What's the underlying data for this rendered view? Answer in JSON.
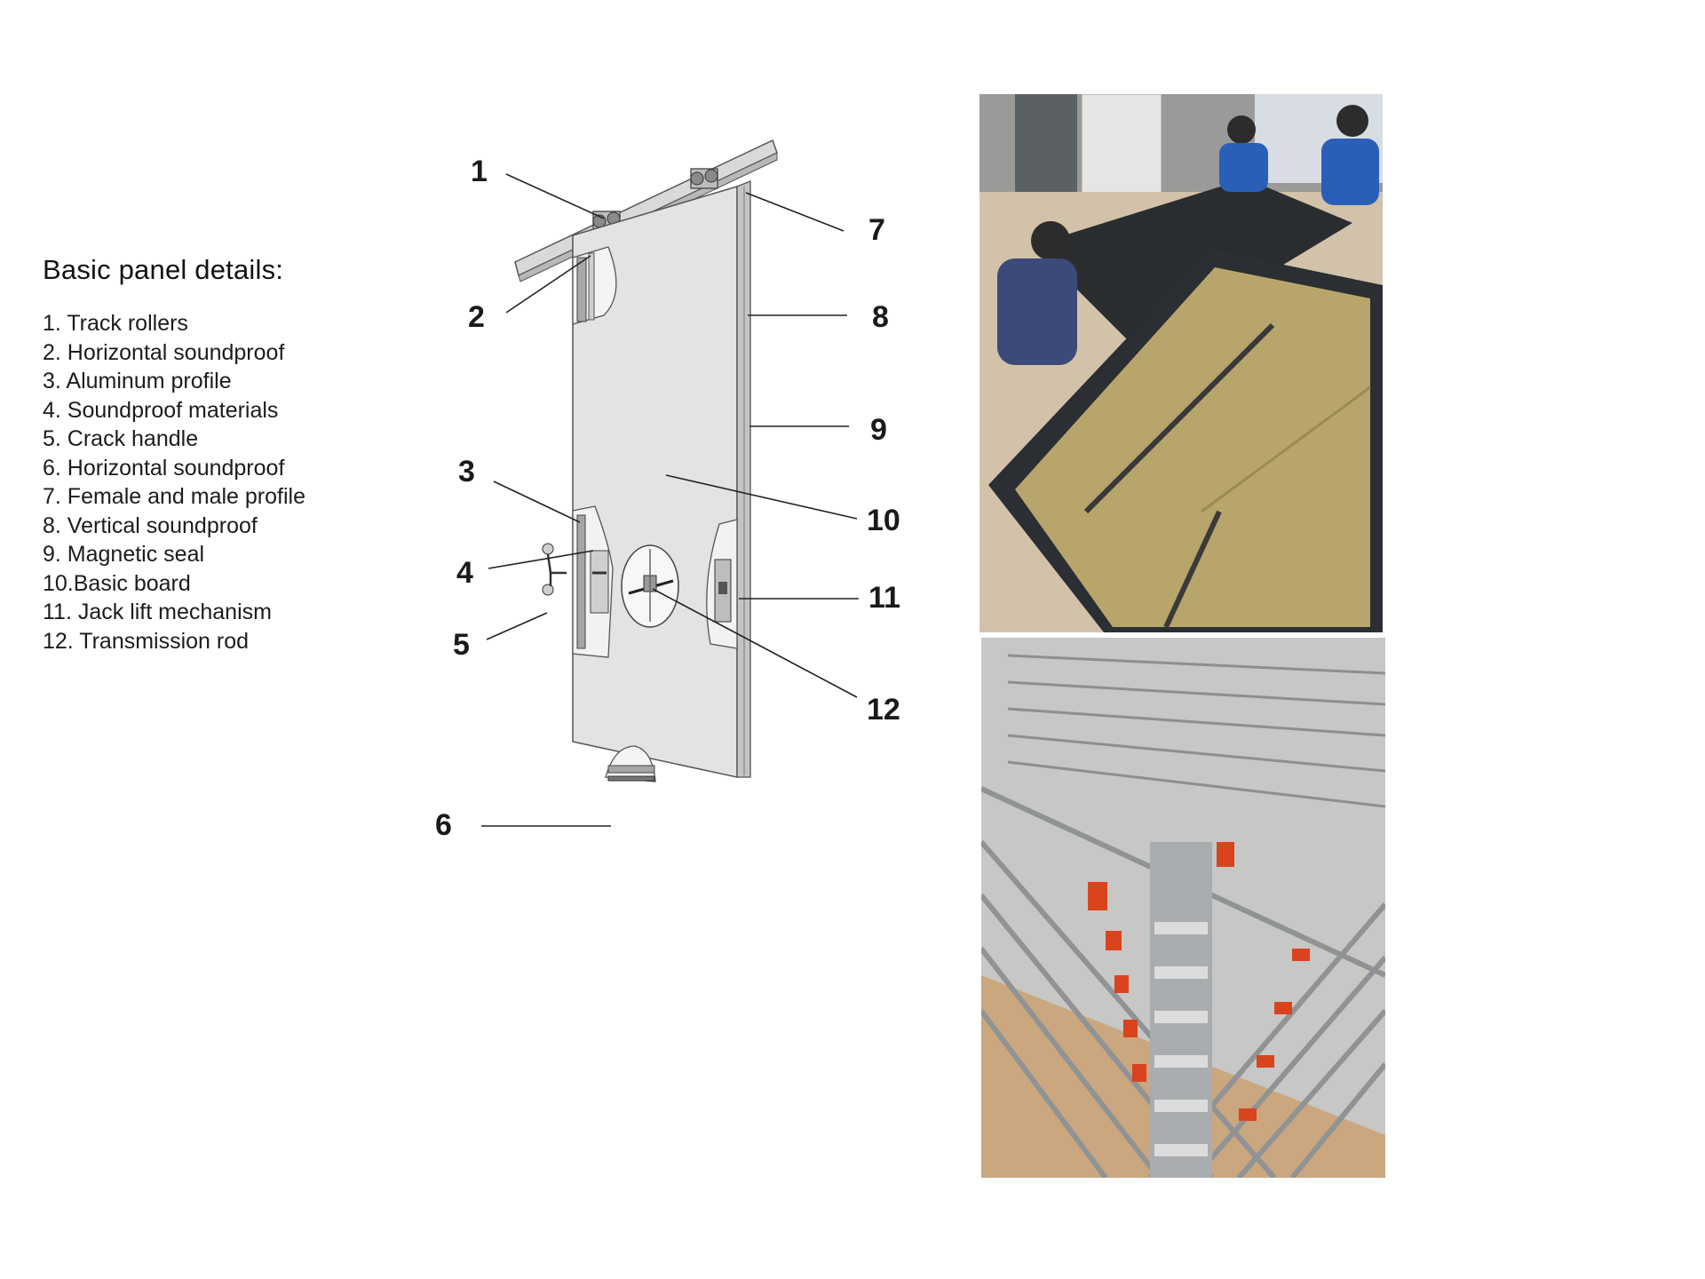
{
  "legend": {
    "title": "Basic panel details:",
    "items": [
      "1. Track rollers",
      "2. Horizontal soundproof",
      "3. Aluminum profile",
      "4. Soundproof materials",
      "5. Crack handle",
      "6. Horizontal soundproof",
      "7. Female and male profile",
      "8. Vertical soundproof",
      "9. Magnetic seal",
      "10.Basic board",
      "11. Jack lift mechanism",
      "12. Transmission rod"
    ]
  },
  "diagram": {
    "callouts": [
      "1",
      "2",
      "3",
      "4",
      "5",
      "6",
      "7",
      "8",
      "9",
      "10",
      "11",
      "12"
    ]
  },
  "photos": {
    "top": "workers-installing-rock-wool-panel-photo",
    "bottom": "aluminum-frame-with-transmission-rods-photo"
  }
}
